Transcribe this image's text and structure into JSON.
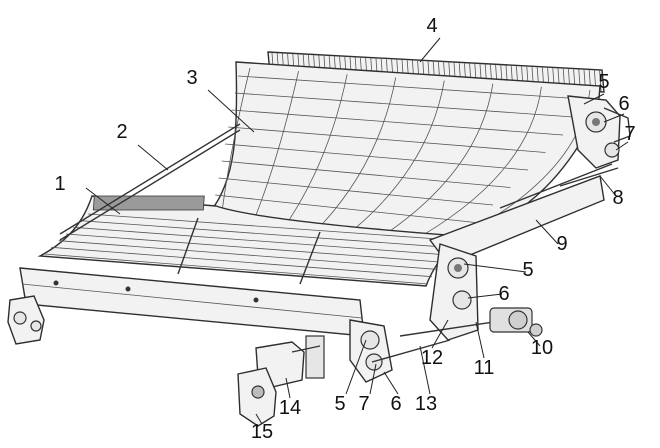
{
  "figure": {
    "callouts": [
      {
        "label": "1"
      },
      {
        "label": "2"
      },
      {
        "label": "3"
      },
      {
        "label": "4"
      },
      {
        "label": "5"
      },
      {
        "label": "6"
      },
      {
        "label": "7"
      },
      {
        "label": "8"
      },
      {
        "label": "9"
      },
      {
        "label": "5"
      },
      {
        "label": "6"
      },
      {
        "label": "10"
      },
      {
        "label": "11"
      },
      {
        "label": "12"
      },
      {
        "label": "5"
      },
      {
        "label": "7"
      },
      {
        "label": "6"
      },
      {
        "label": "13"
      },
      {
        "label": "14"
      },
      {
        "label": "15"
      }
    ]
  }
}
